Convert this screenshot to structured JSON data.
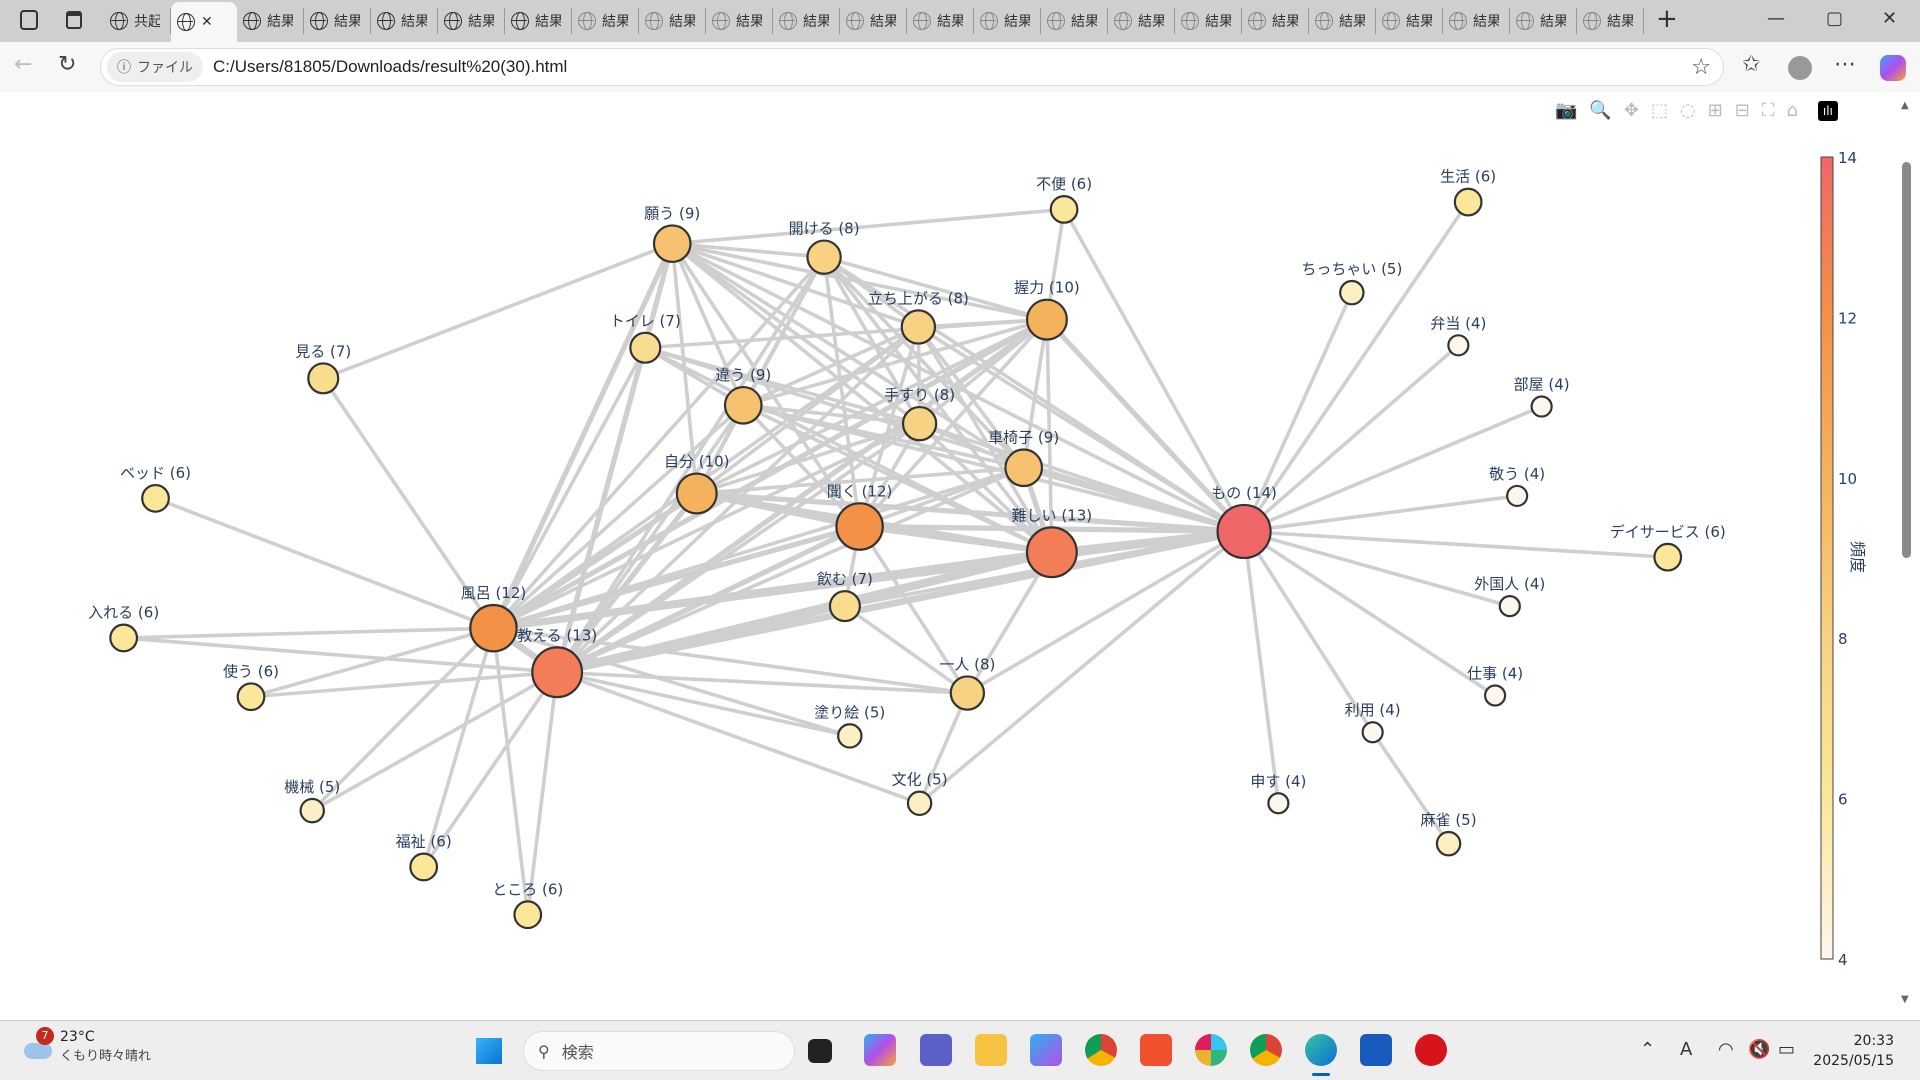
{
  "browser": {
    "tabs": [
      {
        "label": "共起"
      },
      {
        "label": "",
        "active": true
      },
      {
        "label": "結果"
      },
      {
        "label": "結果"
      },
      {
        "label": "結果"
      },
      {
        "label": "結果"
      },
      {
        "label": "結果"
      },
      {
        "label": "結果"
      },
      {
        "label": "結果"
      },
      {
        "label": "結果"
      },
      {
        "label": "結果"
      },
      {
        "label": "結果"
      },
      {
        "label": "結果"
      },
      {
        "label": "結果"
      },
      {
        "label": "結果"
      },
      {
        "label": "結果"
      },
      {
        "label": "結果"
      },
      {
        "label": "結果"
      },
      {
        "label": "結果"
      },
      {
        "label": "結果"
      },
      {
        "label": "結果"
      },
      {
        "label": "結果"
      },
      {
        "label": "結果"
      }
    ],
    "new_tab": "+",
    "file_chip": "ファイル",
    "url": "C:/Users/81805/Downloads/result%20(30).html"
  },
  "chart_data": {
    "type": "network",
    "colorbar": {
      "title": "頻度",
      "ticks": [
        14,
        12,
        10,
        8,
        6,
        4
      ],
      "range": [
        4,
        14
      ]
    },
    "nodes": [
      {
        "name": "もの",
        "count": 14
      },
      {
        "name": "難しい",
        "count": 13
      },
      {
        "name": "教える",
        "count": 13
      },
      {
        "name": "風呂",
        "count": 12
      },
      {
        "name": "聞く",
        "count": 12
      },
      {
        "name": "握力",
        "count": 10
      },
      {
        "name": "自分",
        "count": 10
      },
      {
        "name": "願う",
        "count": 9
      },
      {
        "name": "違う",
        "count": 9
      },
      {
        "name": "車椅子",
        "count": 9
      },
      {
        "name": "開ける",
        "count": 8
      },
      {
        "name": "立ち上がる",
        "count": 8
      },
      {
        "name": "手すり",
        "count": 8
      },
      {
        "name": "一人",
        "count": 8
      },
      {
        "name": "トイレ",
        "count": 7
      },
      {
        "name": "見る",
        "count": 7
      },
      {
        "name": "飲む",
        "count": 7
      },
      {
        "name": "不便",
        "count": 6
      },
      {
        "name": "ベッド",
        "count": 6
      },
      {
        "name": "入れる",
        "count": 6
      },
      {
        "name": "使う",
        "count": 6
      },
      {
        "name": "福祉",
        "count": 6
      },
      {
        "name": "ところ",
        "count": 6
      },
      {
        "name": "デイサービス",
        "count": 6
      },
      {
        "name": "生活",
        "count": 6
      },
      {
        "name": "ちっちゃい",
        "count": 5
      },
      {
        "name": "機械",
        "count": 5
      },
      {
        "name": "塗り絵",
        "count": 5
      },
      {
        "name": "文化",
        "count": 5
      },
      {
        "name": "麻雀",
        "count": 5
      },
      {
        "name": "弁当",
        "count": 4
      },
      {
        "name": "部屋",
        "count": 4
      },
      {
        "name": "敬う",
        "count": 4
      },
      {
        "name": "外国人",
        "count": 4
      },
      {
        "name": "仕事",
        "count": 4
      },
      {
        "name": "利用",
        "count": 4
      },
      {
        "name": "申す",
        "count": 4
      }
    ],
    "edges": [
      [
        0,
        1,
        3
      ],
      [
        0,
        2,
        3
      ],
      [
        0,
        3,
        3
      ],
      [
        0,
        4,
        2
      ],
      [
        0,
        5,
        2
      ],
      [
        0,
        6,
        2
      ],
      [
        0,
        7,
        1
      ],
      [
        0,
        8,
        1
      ],
      [
        0,
        9,
        2
      ],
      [
        0,
        10,
        1
      ],
      [
        0,
        11,
        1
      ],
      [
        0,
        12,
        1
      ],
      [
        0,
        13,
        1
      ],
      [
        0,
        14,
        1
      ],
      [
        0,
        17,
        1
      ],
      [
        0,
        23,
        1
      ],
      [
        0,
        24,
        1
      ],
      [
        0,
        25,
        1
      ],
      [
        0,
        30,
        1
      ],
      [
        0,
        31,
        1
      ],
      [
        0,
        32,
        1
      ],
      [
        0,
        33,
        1
      ],
      [
        0,
        34,
        1
      ],
      [
        0,
        35,
        1
      ],
      [
        0,
        36,
        1
      ],
      [
        0,
        28,
        1
      ],
      [
        0,
        16,
        1
      ],
      [
        35,
        29,
        1
      ],
      [
        1,
        2,
        4
      ],
      [
        1,
        3,
        3
      ],
      [
        1,
        4,
        2
      ],
      [
        1,
        5,
        1
      ],
      [
        1,
        6,
        2
      ],
      [
        1,
        7,
        1
      ],
      [
        1,
        8,
        1
      ],
      [
        1,
        9,
        2
      ],
      [
        1,
        10,
        1
      ],
      [
        1,
        11,
        1
      ],
      [
        1,
        12,
        1
      ],
      [
        1,
        13,
        1
      ],
      [
        1,
        14,
        1
      ],
      [
        1,
        16,
        1
      ],
      [
        2,
        3,
        3
      ],
      [
        2,
        4,
        2
      ],
      [
        2,
        5,
        2
      ],
      [
        2,
        6,
        2
      ],
      [
        2,
        7,
        2
      ],
      [
        2,
        8,
        1
      ],
      [
        2,
        9,
        1
      ],
      [
        2,
        10,
        1
      ],
      [
        2,
        11,
        1
      ],
      [
        2,
        12,
        1
      ],
      [
        2,
        13,
        1
      ],
      [
        2,
        14,
        1
      ],
      [
        2,
        16,
        2
      ],
      [
        2,
        19,
        1
      ],
      [
        2,
        20,
        1
      ],
      [
        2,
        21,
        1
      ],
      [
        2,
        22,
        1
      ],
      [
        2,
        26,
        1
      ],
      [
        2,
        27,
        1
      ],
      [
        2,
        28,
        1
      ],
      [
        3,
        4,
        2
      ],
      [
        3,
        5,
        2
      ],
      [
        3,
        6,
        2
      ],
      [
        3,
        7,
        2
      ],
      [
        3,
        8,
        1
      ],
      [
        3,
        9,
        1
      ],
      [
        3,
        10,
        1
      ],
      [
        3,
        11,
        1
      ],
      [
        3,
        12,
        1
      ],
      [
        3,
        13,
        1
      ],
      [
        3,
        14,
        1
      ],
      [
        3,
        15,
        1
      ],
      [
        3,
        18,
        1
      ],
      [
        3,
        19,
        1
      ],
      [
        3,
        20,
        1
      ],
      [
        3,
        21,
        1
      ],
      [
        3,
        22,
        1
      ],
      [
        3,
        26,
        1
      ],
      [
        3,
        27,
        1
      ],
      [
        4,
        5,
        1
      ],
      [
        4,
        6,
        2
      ],
      [
        4,
        7,
        1
      ],
      [
        4,
        8,
        1
      ],
      [
        4,
        9,
        1
      ],
      [
        4,
        10,
        1
      ],
      [
        4,
        11,
        1
      ],
      [
        4,
        12,
        1
      ],
      [
        4,
        16,
        1
      ],
      [
        4,
        13,
        1
      ],
      [
        5,
        6,
        1
      ],
      [
        5,
        7,
        1
      ],
      [
        5,
        8,
        1
      ],
      [
        5,
        9,
        1
      ],
      [
        5,
        10,
        1
      ],
      [
        5,
        11,
        1
      ],
      [
        5,
        12,
        1
      ],
      [
        5,
        17,
        1
      ],
      [
        5,
        14,
        1
      ],
      [
        6,
        7,
        1
      ],
      [
        6,
        8,
        1
      ],
      [
        6,
        9,
        1
      ],
      [
        6,
        10,
        1
      ],
      [
        6,
        11,
        1
      ],
      [
        6,
        12,
        1
      ],
      [
        7,
        8,
        1
      ],
      [
        7,
        9,
        1
      ],
      [
        7,
        10,
        1
      ],
      [
        7,
        11,
        1
      ],
      [
        7,
        12,
        1
      ],
      [
        7,
        15,
        1
      ],
      [
        7,
        17,
        1
      ],
      [
        7,
        14,
        1
      ],
      [
        8,
        9,
        1
      ],
      [
        8,
        10,
        1
      ],
      [
        8,
        11,
        1
      ],
      [
        8,
        12,
        1
      ],
      [
        8,
        14,
        1
      ],
      [
        9,
        10,
        1
      ],
      [
        9,
        11,
        1
      ],
      [
        9,
        12,
        1
      ],
      [
        10,
        11,
        1
      ],
      [
        10,
        12,
        1
      ],
      [
        11,
        12,
        1
      ],
      [
        12,
        14,
        1
      ],
      [
        13,
        28,
        1
      ],
      [
        13,
        16,
        1
      ]
    ]
  },
  "taskbar": {
    "weather_badge": "7",
    "temperature": "23°C",
    "weather": "くもり時々晴れ",
    "search_placeholder": "検索",
    "time": "20:33",
    "date": "2025/05/15",
    "ime": "A"
  }
}
